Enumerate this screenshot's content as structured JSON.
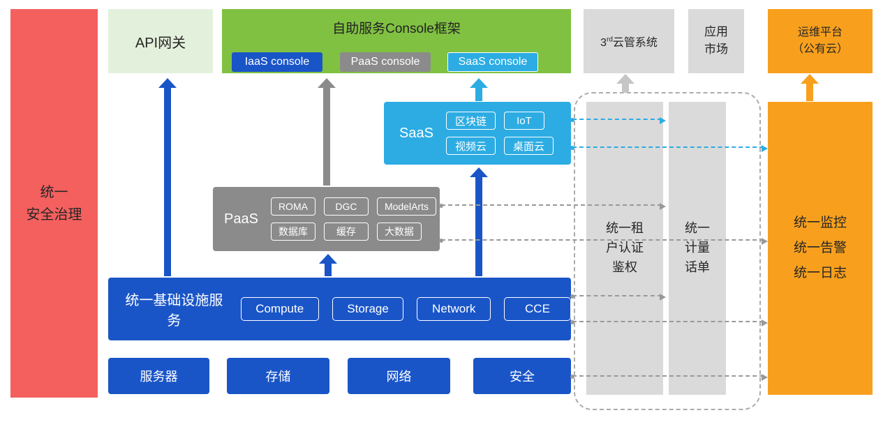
{
  "colors": {
    "red": "#F4605E",
    "green": "#80C142",
    "light_green": "#E3F1DC",
    "blue": "#1A55C8",
    "gray": "#8B8B8B",
    "light_gray": "#DADADA",
    "cyan": "#2CACE3",
    "orange": "#F8A01D"
  },
  "security_bar": {
    "label": "统一\n安全治理"
  },
  "api_gateway": {
    "label": "API网关"
  },
  "console_frame": {
    "title": "自助服务Console框架",
    "consoles": [
      {
        "label": "IaaS console"
      },
      {
        "label": "PaaS console"
      },
      {
        "label": "SaaS console"
      }
    ]
  },
  "third_party_cloud": {
    "prefix": "3",
    "superscript": "rd",
    "suffix": "云管系统"
  },
  "app_market": {
    "label": "应用\n市场"
  },
  "om_platform": {
    "label": "运维平台\n（公有云）"
  },
  "saas": {
    "label": "SaaS",
    "services": [
      "区块链",
      "IoT",
      "视频云",
      "桌面云"
    ]
  },
  "paas": {
    "label": "PaaS",
    "services": [
      "ROMA",
      "DGC",
      "ModelArts",
      "数据库",
      "缓存",
      "大数据"
    ]
  },
  "infrastructure": {
    "label": "统一基础设施服务",
    "services": [
      "Compute",
      "Storage",
      "Network",
      "CCE"
    ]
  },
  "resources": [
    "服务器",
    "存储",
    "网络",
    "安全"
  ],
  "tenant_auth": {
    "label": "统一租\n户认证\n鉴权"
  },
  "metering": {
    "label": "统一\n计量\n话单"
  },
  "monitoring": {
    "label": "统一监控\n统一告警\n统一日志"
  }
}
